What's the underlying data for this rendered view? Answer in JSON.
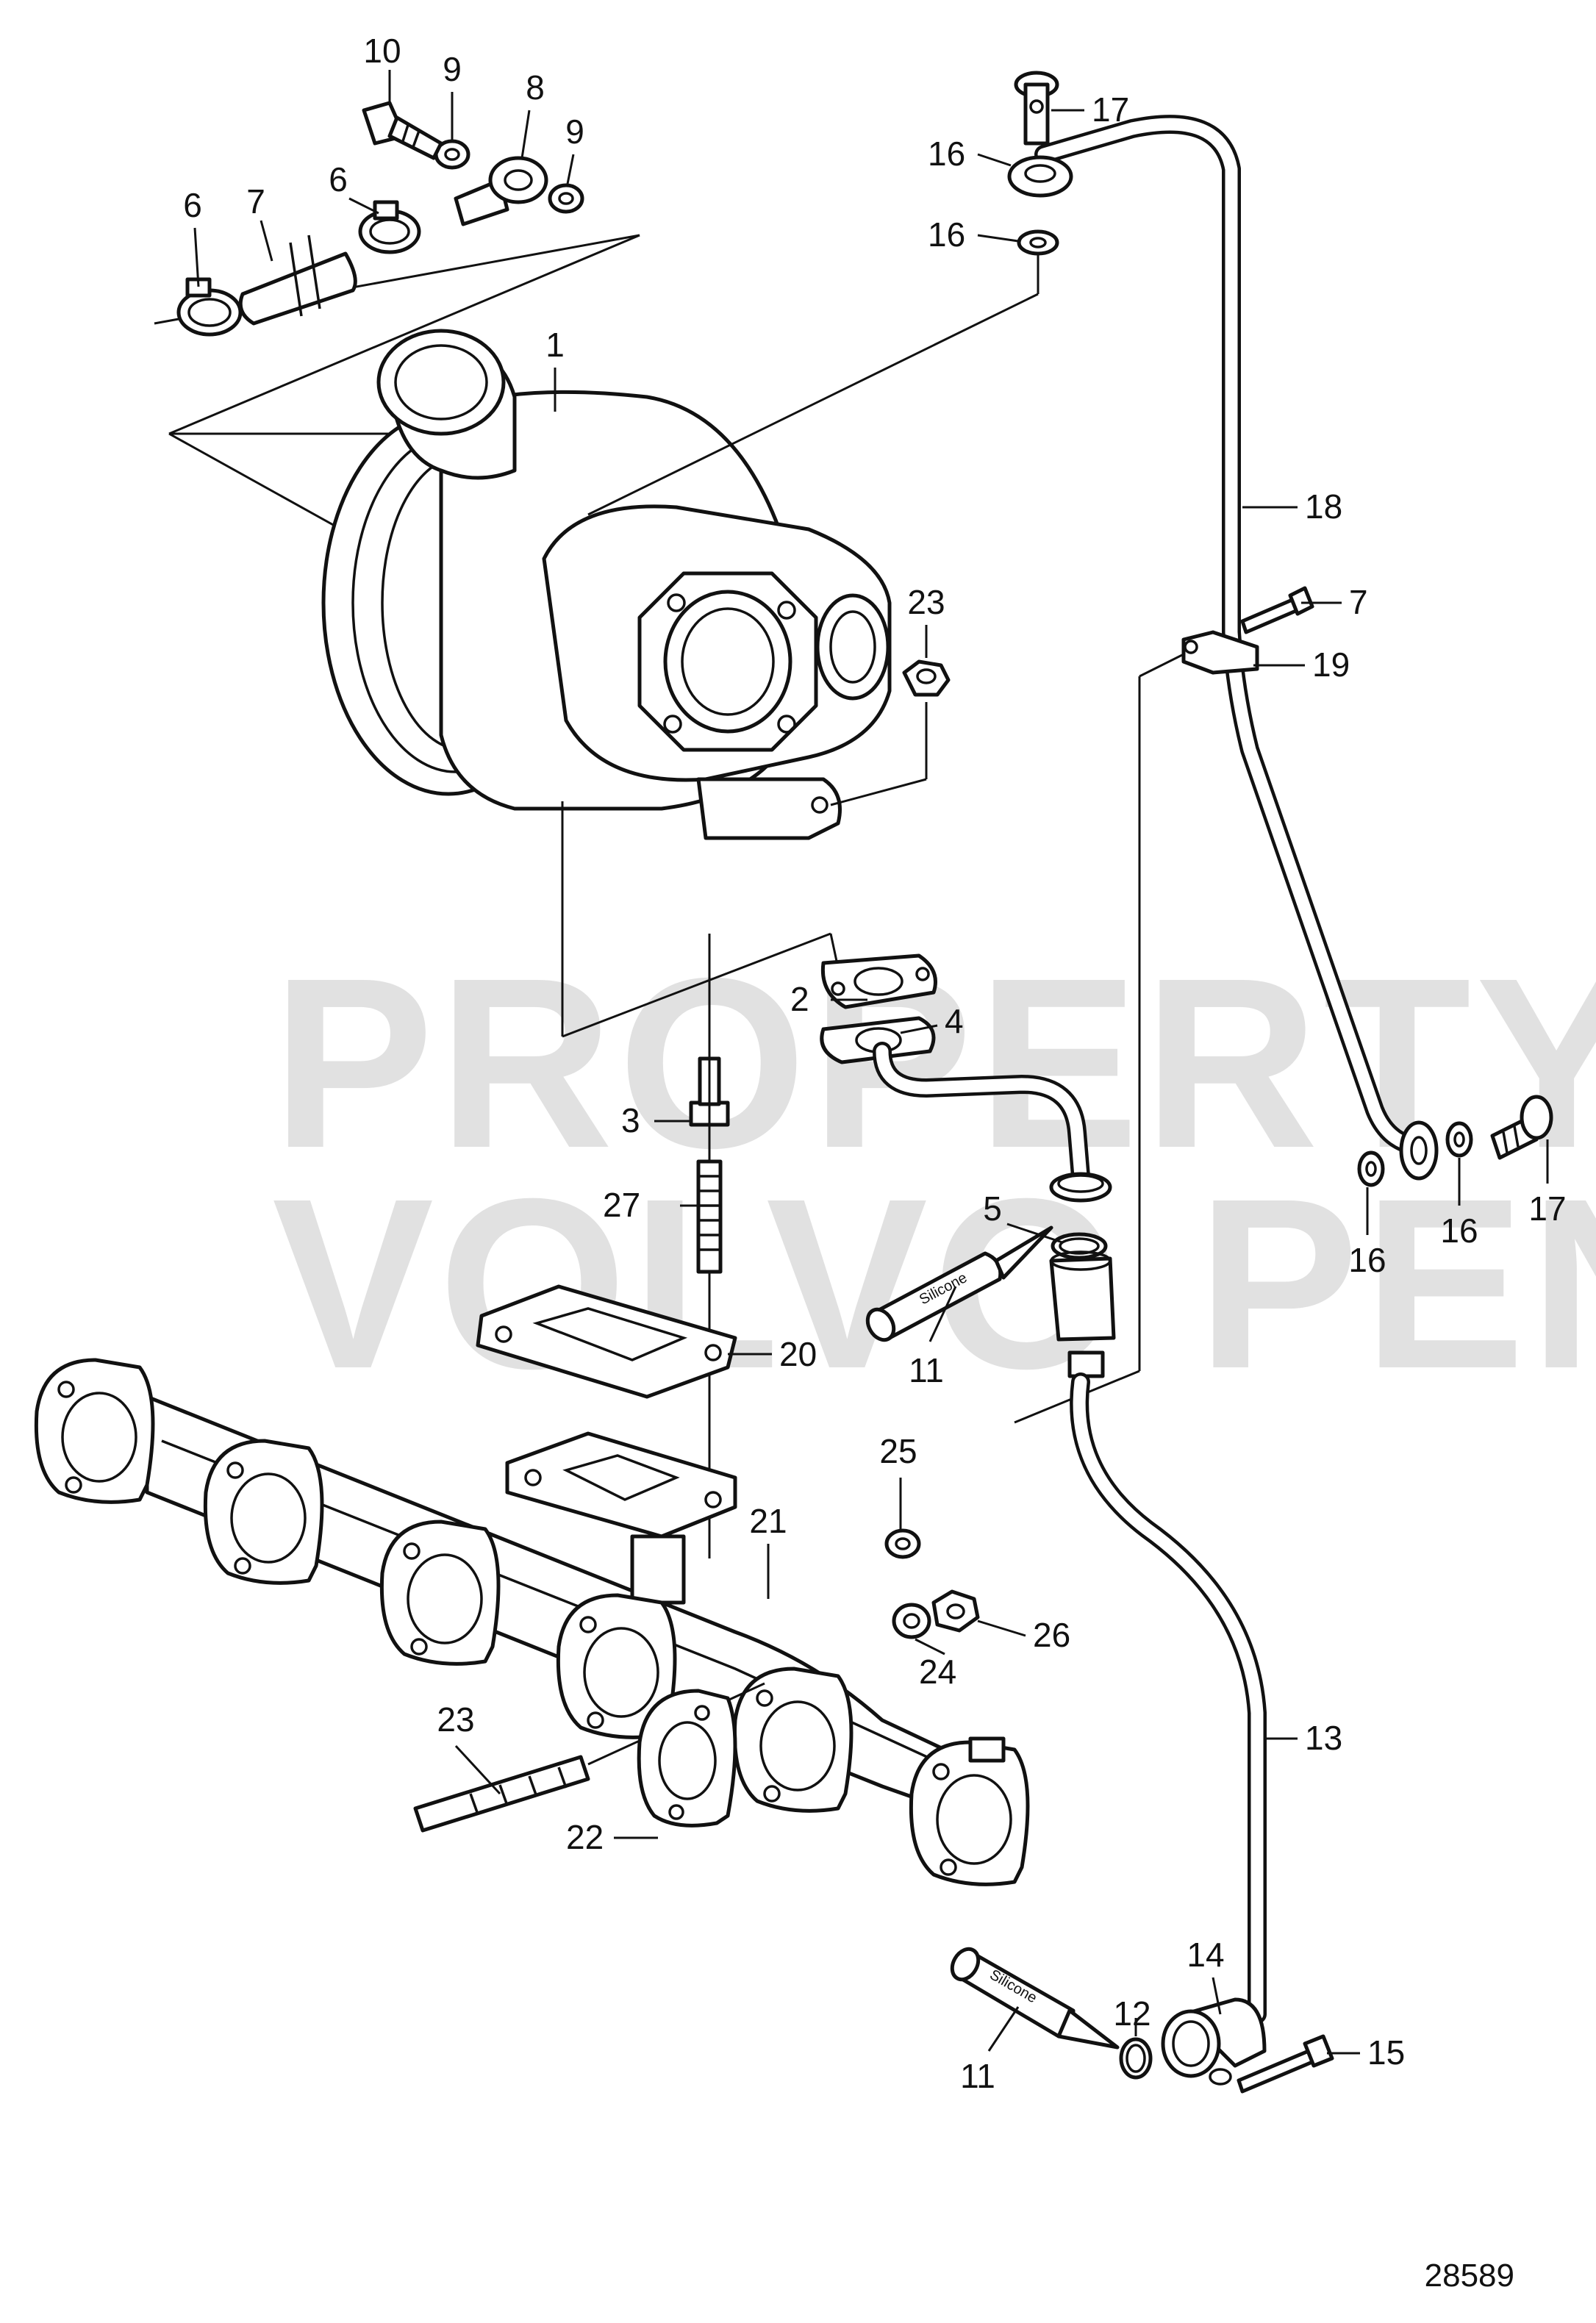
{
  "watermark": {
    "line1": "PROPERTY OF",
    "line2": "VOLVO PENTA"
  },
  "figure_number": "28589",
  "tube_text": "Silicone",
  "callouts": {
    "c10": "10",
    "c9a": "9",
    "c8": "8",
    "c9b": "9",
    "c7a": "7",
    "c6a": "6",
    "c6b": "6",
    "c1": "1",
    "c17a": "17",
    "c16a": "16",
    "c16b": "16",
    "c18": "18",
    "c7b": "7",
    "c19": "19",
    "c23a": "23",
    "c2": "2",
    "c4": "4",
    "c3": "3",
    "c27": "27",
    "c5": "5",
    "c11a": "11",
    "c20": "20",
    "c16c": "16",
    "c16d": "16",
    "c17b": "17",
    "c25": "25",
    "c21": "21",
    "c26": "26",
    "c24": "24",
    "c23b": "23",
    "c13": "13",
    "c22": "22",
    "c14": "14",
    "c12": "12",
    "c15": "15",
    "c11b": "11"
  }
}
